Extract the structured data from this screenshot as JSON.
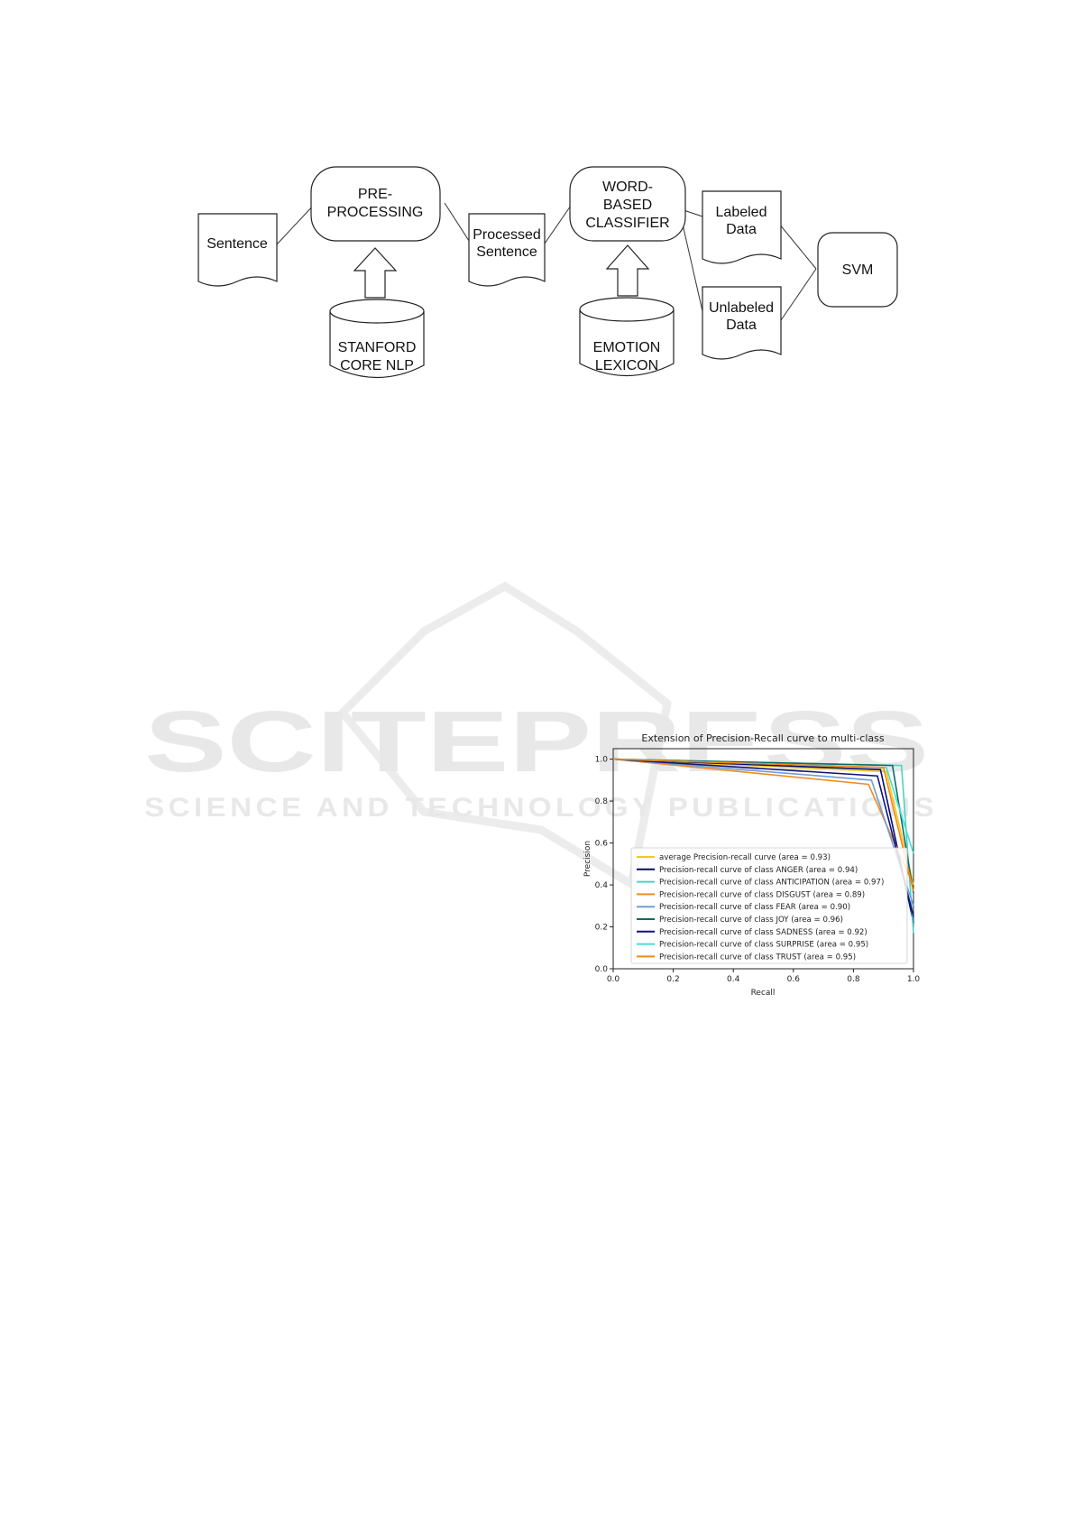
{
  "watermark": {
    "title": "SCITEPRESS",
    "subtitle": "SCIENCE AND TECHNOLOGY PUBLICATIONS"
  },
  "diagram": {
    "nodes": {
      "sentence": "Sentence",
      "preprocessing": [
        "PRE-",
        "PROCESSING"
      ],
      "stanford": [
        "STANFORD",
        "CORE NLP"
      ],
      "processed": [
        "Processed",
        "Sentence"
      ],
      "classifier": [
        "WORD-",
        "BASED",
        "CLASSIFIER"
      ],
      "lexicon": [
        "EMOTION",
        "LEXICON"
      ],
      "labeled": [
        "Labeled",
        "Data"
      ],
      "unlabeled": [
        "Unlabeled",
        "Data"
      ],
      "svm": "SVM"
    }
  },
  "chart_data": {
    "type": "line",
    "title": "Extension of Precision-Recall curve to multi-class",
    "xlabel": "Recall",
    "ylabel": "Precision",
    "xlim": [
      0.0,
      1.0
    ],
    "ylim": [
      0.0,
      1.05
    ],
    "xticks": [
      "0.0",
      "0.2",
      "0.4",
      "0.6",
      "0.8",
      "1.0"
    ],
    "yticks": [
      "0.0",
      "0.2",
      "0.4",
      "0.6",
      "0.8",
      "1.0"
    ],
    "grid": false,
    "legend_position": "lower-left",
    "series": [
      {
        "name": "average Precision-recall curve (area = 0.93)",
        "color": "#f2c81e",
        "points": [
          [
            0,
            1.0
          ],
          [
            0.91,
            0.94
          ],
          [
            1.0,
            0.4
          ]
        ]
      },
      {
        "name": "Precision-recall curve of class ANGER (area = 0.94)",
        "color": "#0b0b6e",
        "points": [
          [
            0,
            1.0
          ],
          [
            0.89,
            0.95
          ],
          [
            1.0,
            0.22
          ]
        ]
      },
      {
        "name": "Precision-recall curve of class ANTICIPATION (area = 0.97)",
        "color": "#4fd1c5",
        "points": [
          [
            0,
            1.0
          ],
          [
            0.96,
            0.97
          ],
          [
            1.0,
            0.17
          ]
        ]
      },
      {
        "name": "Precision-recall curve of class DISGUST (area = 0.89)",
        "color": "#f28c1e",
        "points": [
          [
            0,
            1.0
          ],
          [
            0.85,
            0.88
          ],
          [
            0.99,
            0.43
          ]
        ]
      },
      {
        "name": "Precision-recall curve of class FEAR (area = 0.90)",
        "color": "#6f9fd8",
        "points": [
          [
            0,
            1.0
          ],
          [
            0.86,
            0.9
          ],
          [
            1.0,
            0.3
          ]
        ]
      },
      {
        "name": "Precision-recall curve of class JOY (area = 0.96)",
        "color": "#0f6b6b",
        "points": [
          [
            0,
            1.0
          ],
          [
            0.93,
            0.97
          ],
          [
            1.0,
            0.36
          ]
        ]
      },
      {
        "name": "Precision-recall curve of class SADNESS (area = 0.92)",
        "color": "#12127a",
        "points": [
          [
            0,
            1.0
          ],
          [
            0.88,
            0.92
          ],
          [
            1.0,
            0.25
          ]
        ]
      },
      {
        "name": "Precision-recall curve of class SURPRISE (area = 0.95)",
        "color": "#40e0d0",
        "points": [
          [
            0,
            1.0
          ],
          [
            0.91,
            0.96
          ],
          [
            1.0,
            0.55
          ]
        ]
      },
      {
        "name": "Precision-recall curve of class TRUST (area = 0.95)",
        "color": "#ef8a10",
        "points": [
          [
            0,
            1.0
          ],
          [
            0.9,
            0.96
          ],
          [
            1.0,
            0.37
          ]
        ]
      }
    ]
  }
}
